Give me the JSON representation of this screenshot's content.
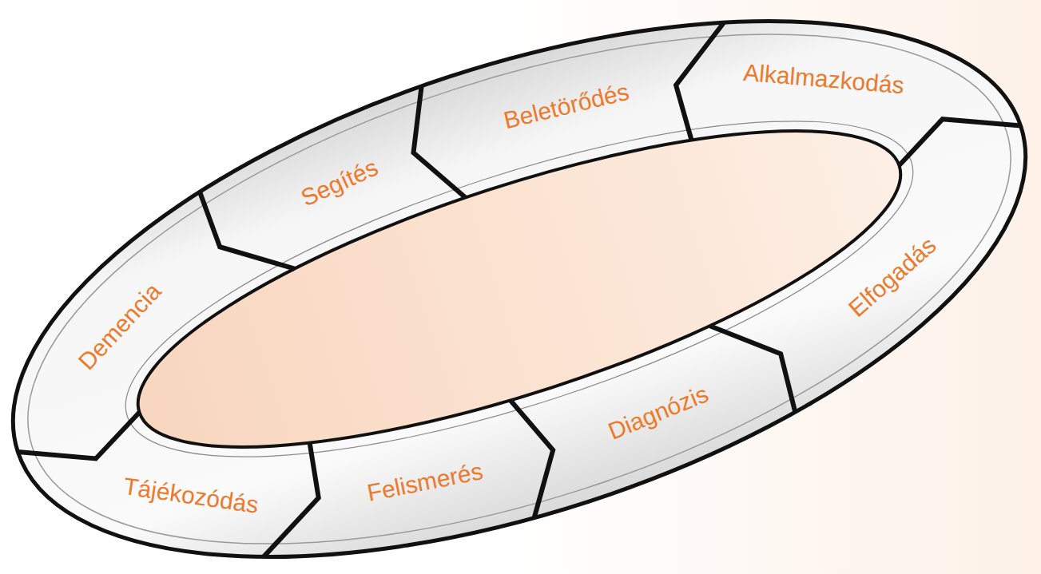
{
  "diagram": {
    "nodes": [
      {
        "text": [
          "Tájékozódás"
        ]
      },
      {
        "text": [
          "Felismerés"
        ]
      },
      {
        "text": [
          "Diagnózis"
        ]
      },
      {
        "text": [
          "Elfogadás"
        ]
      },
      {
        "text": [
          "Alkalmazkodás"
        ]
      },
      {
        "text": [
          "Beletörődés"
        ]
      },
      {
        "text": [
          "Segítés"
        ]
      },
      {
        "text": [
          "Demencia"
        ]
      }
    ]
  }
}
